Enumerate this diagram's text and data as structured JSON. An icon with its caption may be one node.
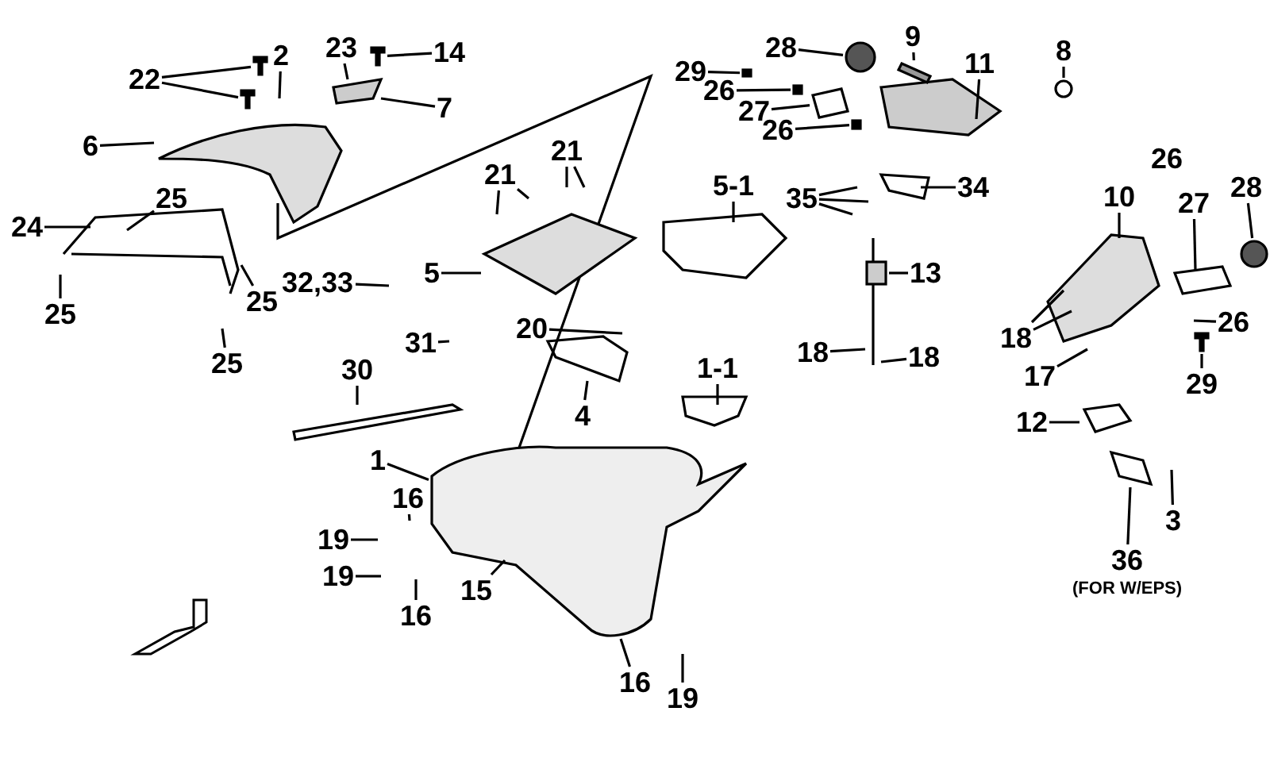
{
  "diagram": {
    "nodes": [
      {
        "text": [
          "22"
        ]
      },
      {
        "text": [
          "2"
        ]
      },
      {
        "text": [
          "23"
        ]
      },
      {
        "text": [
          "14"
        ]
      },
      {
        "text": [
          "7"
        ]
      },
      {
        "text": [
          "6"
        ]
      },
      {
        "text": [
          "25"
        ]
      },
      {
        "text": [
          "24"
        ]
      },
      {
        "text": [
          "25"
        ]
      },
      {
        "text": [
          "25"
        ]
      },
      {
        "text": [
          "25"
        ]
      },
      {
        "text": [
          "32,33"
        ]
      },
      {
        "text": [
          "31"
        ]
      },
      {
        "text": [
          "30"
        ]
      },
      {
        "text": [
          "5"
        ]
      },
      {
        "text": [
          "21"
        ]
      },
      {
        "text": [
          "21"
        ]
      },
      {
        "text": [
          "20"
        ]
      },
      {
        "text": [
          "4"
        ]
      },
      {
        "text": [
          "1"
        ]
      },
      {
        "text": [
          "16"
        ]
      },
      {
        "text": [
          "19"
        ]
      },
      {
        "text": [
          "19"
        ]
      },
      {
        "text": [
          "16"
        ]
      },
      {
        "text": [
          "15"
        ]
      },
      {
        "text": [
          "16"
        ]
      },
      {
        "text": [
          "19"
        ]
      },
      {
        "text": [
          "1-1"
        ]
      },
      {
        "text": [
          "29"
        ]
      },
      {
        "text": [
          "28"
        ]
      },
      {
        "text": [
          "26"
        ]
      },
      {
        "text": [
          "27"
        ]
      },
      {
        "text": [
          "26"
        ]
      },
      {
        "text": [
          "9"
        ]
      },
      {
        "text": [
          "11"
        ]
      },
      {
        "text": [
          "8"
        ]
      },
      {
        "text": [
          "5-1"
        ]
      },
      {
        "text": [
          "35"
        ]
      },
      {
        "text": [
          "34"
        ]
      },
      {
        "text": [
          "13"
        ]
      },
      {
        "text": [
          "18"
        ]
      },
      {
        "text": [
          "18"
        ]
      },
      {
        "text": [
          "10"
        ]
      },
      {
        "text": [
          "26"
        ]
      },
      {
        "text": [
          "27"
        ]
      },
      {
        "text": [
          "28"
        ]
      },
      {
        "text": [
          "18"
        ]
      },
      {
        "text": [
          "17"
        ]
      },
      {
        "text": [
          "26"
        ]
      },
      {
        "text": [
          "29"
        ]
      },
      {
        "text": [
          "12"
        ]
      },
      {
        "text": [
          "3"
        ]
      },
      {
        "text": [
          "36"
        ],
        "beside": [
          "(FOR W/EPS)"
        ]
      },
      {
        "text": [],
        "shape": "picture"
      },
      {
        "text": [],
        "shape": "picture"
      },
      {
        "text": [],
        "shape": "picture"
      },
      {
        "text": [],
        "shape": "box"
      },
      {
        "text": [],
        "shape": "circle"
      },
      {
        "text": [],
        "shape": "box"
      },
      {
        "text": [],
        "shape": "picture"
      },
      {
        "text": [],
        "shape": "picture"
      },
      {
        "text": [],
        "shape": "circle"
      },
      {
        "text": [],
        "shape": "box"
      },
      {
        "text": [],
        "shape": "circle"
      },
      {
        "text": [],
        "shape": "picture"
      },
      {
        "text": [],
        "shape": "picture"
      },
      {
        "text": [],
        "shape": "picture"
      },
      {
        "text": [],
        "shape": "box"
      }
    ],
    "edges": [
      {
        "from": 0,
        "to": 53,
        "arrow": "none"
      },
      {
        "from": 0,
        "to": 66,
        "arrow": "none"
      },
      {
        "from": 1,
        "to": null,
        "arrow": "none"
      },
      {
        "from": 2,
        "to": null,
        "arrow": "none"
      },
      {
        "from": 3,
        "to": 54,
        "arrow": "none"
      },
      {
        "from": 4,
        "to": null,
        "arrow": "none"
      },
      {
        "from": 5,
        "to": null,
        "arrow": "none"
      },
      {
        "from": 6,
        "to": null,
        "arrow": "none"
      },
      {
        "from": 7,
        "to": null,
        "arrow": "none"
      },
      {
        "from": 8,
        "to": null,
        "arrow": "none"
      },
      {
        "from": 9,
        "to": null,
        "arrow": "none"
      },
      {
        "from": 10,
        "to": null,
        "arrow": "none"
      },
      {
        "from": 11,
        "to": null,
        "arrow": "none"
      },
      {
        "from": 12,
        "to": null,
        "arrow": "none"
      },
      {
        "from": 13,
        "to": null,
        "arrow": "none"
      },
      {
        "from": 14,
        "to": null,
        "arrow": "none"
      },
      {
        "from": 15,
        "to": null,
        "arrow": "none"
      },
      {
        "from": 15,
        "to": null,
        "arrow": "none"
      },
      {
        "from": 16,
        "to": null,
        "arrow": "none"
      },
      {
        "from": 16,
        "to": null,
        "arrow": "none"
      },
      {
        "from": 17,
        "to": null,
        "arrow": "none"
      },
      {
        "from": 18,
        "to": null,
        "arrow": "none"
      },
      {
        "from": 19,
        "to": 55,
        "arrow": "none"
      },
      {
        "from": 20,
        "to": null,
        "arrow": "none"
      },
      {
        "from": 21,
        "to": null,
        "arrow": "none"
      },
      {
        "from": 22,
        "to": null,
        "arrow": "none"
      },
      {
        "from": 23,
        "to": null,
        "arrow": "none"
      },
      {
        "from": 24,
        "to": 55,
        "arrow": "none"
      },
      {
        "from": 25,
        "to": 55,
        "arrow": "none"
      },
      {
        "from": 26,
        "to": null,
        "arrow": "none"
      },
      {
        "from": 27,
        "to": null,
        "arrow": "none"
      },
      {
        "from": 28,
        "to": 56,
        "arrow": "none"
      },
      {
        "from": 29,
        "to": 57,
        "arrow": "none"
      },
      {
        "from": 30,
        "to": 58,
        "arrow": "none"
      },
      {
        "from": 31,
        "to": 59,
        "arrow": "none"
      },
      {
        "from": 32,
        "to": 67,
        "arrow": "none"
      },
      {
        "from": 33,
        "to": 60,
        "arrow": "none"
      },
      {
        "from": 34,
        "to": null,
        "arrow": "none"
      },
      {
        "from": 35,
        "to": 61,
        "arrow": "none"
      },
      {
        "from": 36,
        "to": null,
        "arrow": "none"
      },
      {
        "from": 37,
        "to": null,
        "arrow": "none"
      },
      {
        "from": 37,
        "to": null,
        "arrow": "none"
      },
      {
        "from": 37,
        "to": null,
        "arrow": "none"
      },
      {
        "from": 38,
        "to": null,
        "arrow": "none"
      },
      {
        "from": 39,
        "to": 62,
        "arrow": "none"
      },
      {
        "from": 40,
        "to": null,
        "arrow": "none"
      },
      {
        "from": 41,
        "to": null,
        "arrow": "none"
      },
      {
        "from": 42,
        "to": null,
        "arrow": "none"
      },
      {
        "from": 44,
        "to": null,
        "arrow": "none"
      },
      {
        "from": 45,
        "to": 63,
        "arrow": "none"
      },
      {
        "from": 46,
        "to": null,
        "arrow": "none"
      },
      {
        "from": 46,
        "to": null,
        "arrow": "none"
      },
      {
        "from": 47,
        "to": null,
        "arrow": "none"
      },
      {
        "from": 48,
        "to": null,
        "arrow": "none"
      },
      {
        "from": 49,
        "to": 64,
        "arrow": "none"
      },
      {
        "from": 50,
        "to": null,
        "arrow": "none"
      },
      {
        "from": 51,
        "to": null,
        "arrow": "none"
      },
      {
        "from": 52,
        "to": 65,
        "arrow": "none"
      }
    ]
  }
}
